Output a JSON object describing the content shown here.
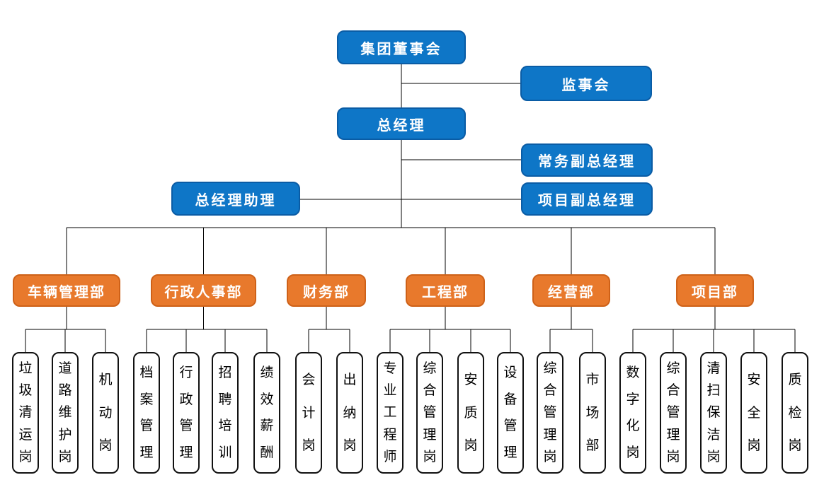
{
  "diagram": {
    "type": "org-chart",
    "top": {
      "board": "集团董事会",
      "supervisory": "监事会",
      "general_manager": "总经理",
      "executive_deputy_gm": "常务副总经理",
      "project_deputy_gm": "项目副总经理",
      "gm_assistant": "总经理助理"
    },
    "departments": [
      {
        "label": "车辆管理部",
        "children": [
          "垃圾清运岗",
          "道路维护岗",
          "机动岗"
        ]
      },
      {
        "label": "行政人事部",
        "children": [
          "档案管理",
          "行政管理",
          "招聘培训",
          "绩效薪酬"
        ]
      },
      {
        "label": "财务部",
        "children": [
          "会计岗",
          "出纳岗"
        ]
      },
      {
        "label": "工程部",
        "children": [
          "专业工程师",
          "综合管理岗",
          "安质岗",
          "设备管理"
        ]
      },
      {
        "label": "经营部",
        "children": [
          "综合管理岗",
          "市场部"
        ]
      },
      {
        "label": "项目部",
        "children": [
          "数字化岗",
          "综合管理岗",
          "清扫保洁岗",
          "安全岗",
          "质检岗"
        ]
      }
    ],
    "colors": {
      "executive_fill": "#0E76C7",
      "executive_border": "#0A5CA5",
      "department_fill": "#E8792C",
      "department_border": "#CE6118",
      "position_fill": "#FFFFFF",
      "position_border": "#111111",
      "connector": "#000000"
    }
  }
}
